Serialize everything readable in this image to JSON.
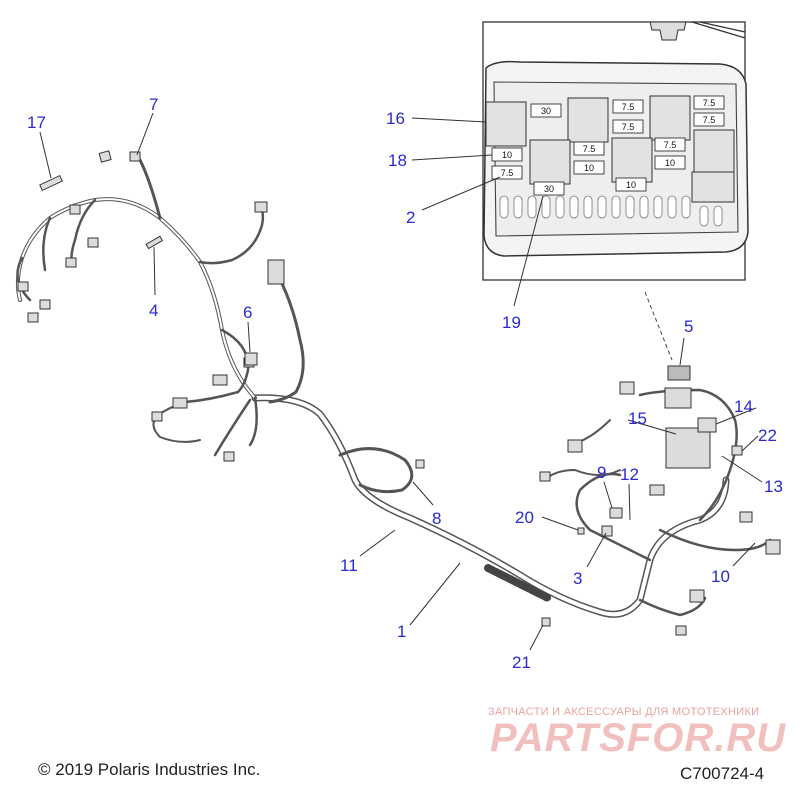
{
  "callouts": [
    {
      "id": "1",
      "label": "1"
    },
    {
      "id": "2",
      "label": "2"
    },
    {
      "id": "3",
      "label": "3"
    },
    {
      "id": "4",
      "label": "4"
    },
    {
      "id": "5",
      "label": "5"
    },
    {
      "id": "6",
      "label": "6"
    },
    {
      "id": "7",
      "label": "7"
    },
    {
      "id": "8",
      "label": "8"
    },
    {
      "id": "9",
      "label": "9"
    },
    {
      "id": "10",
      "label": "10"
    },
    {
      "id": "11",
      "label": "11"
    },
    {
      "id": "12",
      "label": "12"
    },
    {
      "id": "13",
      "label": "13"
    },
    {
      "id": "14",
      "label": "14"
    },
    {
      "id": "15",
      "label": "15"
    },
    {
      "id": "16",
      "label": "16"
    },
    {
      "id": "17",
      "label": "17"
    },
    {
      "id": "18",
      "label": "18"
    },
    {
      "id": "19",
      "label": "19"
    },
    {
      "id": "20",
      "label": "20"
    },
    {
      "id": "21",
      "label": "21"
    },
    {
      "id": "22",
      "label": "22"
    }
  ],
  "fuse_ratings": [
    "30",
    "7.5",
    "7.5",
    "7.5",
    "7.5",
    "7.5",
    "10",
    "7.5",
    "7.5",
    "10",
    "10",
    "10",
    "30"
  ],
  "copyright": "© 2019 Polaris Industries Inc.",
  "diagram_code": "C700724-4",
  "watermark": {
    "tagline": "ЗАПЧАСТИ И АКСЕССУАРЫ ДЛЯ МОТОТЕХНИКИ",
    "logo": "PARTSFOR.RU"
  },
  "colors": {
    "callout": "#2a2ad0",
    "line": "#333333",
    "harness": "#555555",
    "watermark": "#f2bfbf"
  }
}
